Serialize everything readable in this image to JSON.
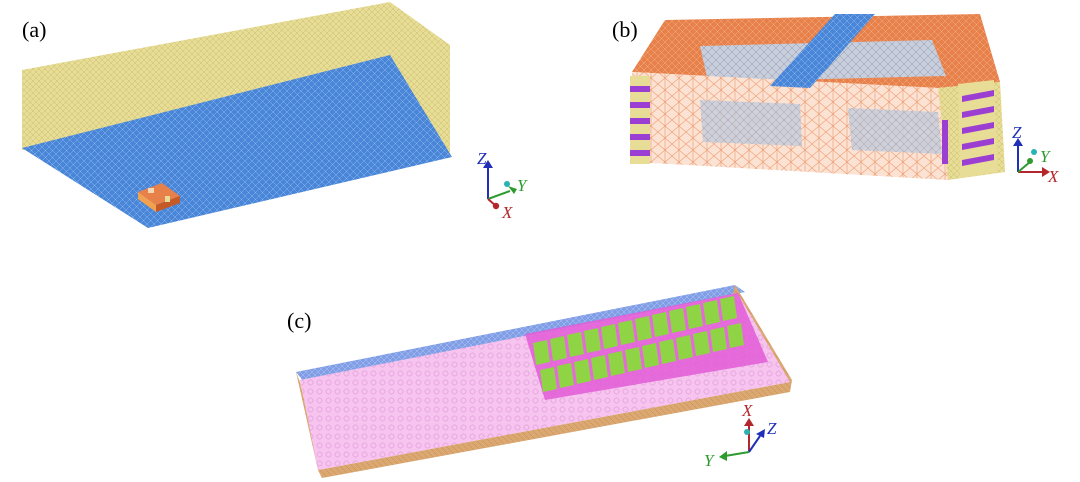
{
  "panels": [
    {
      "label": "(a)",
      "axes": {
        "z": "Z",
        "y": "Y",
        "x": "X"
      }
    },
    {
      "label": "(b)",
      "axes": {
        "z": "Z",
        "y": "Y",
        "x": "X"
      }
    },
    {
      "label": "(c)",
      "axes": {
        "x": "X",
        "z": "Z",
        "y": "Y"
      }
    }
  ],
  "colors": {
    "mesh_blue": "#4a86d8",
    "mesh_yellow": "#e8dd96",
    "mesh_orange": "#e8804a",
    "mesh_peach": "#f8d6c0",
    "mesh_purple": "#9a3fd2",
    "mesh_pink": "#f4b4e6",
    "mesh_magenta": "#e25bd6",
    "mesh_green": "#8fd445",
    "mesh_tan": "#dca872",
    "axis_x": "#b3262b",
    "axis_y": "#2d9b2d",
    "axis_z": "#1f2fb8",
    "axis_origin": "#2bb3b3"
  }
}
